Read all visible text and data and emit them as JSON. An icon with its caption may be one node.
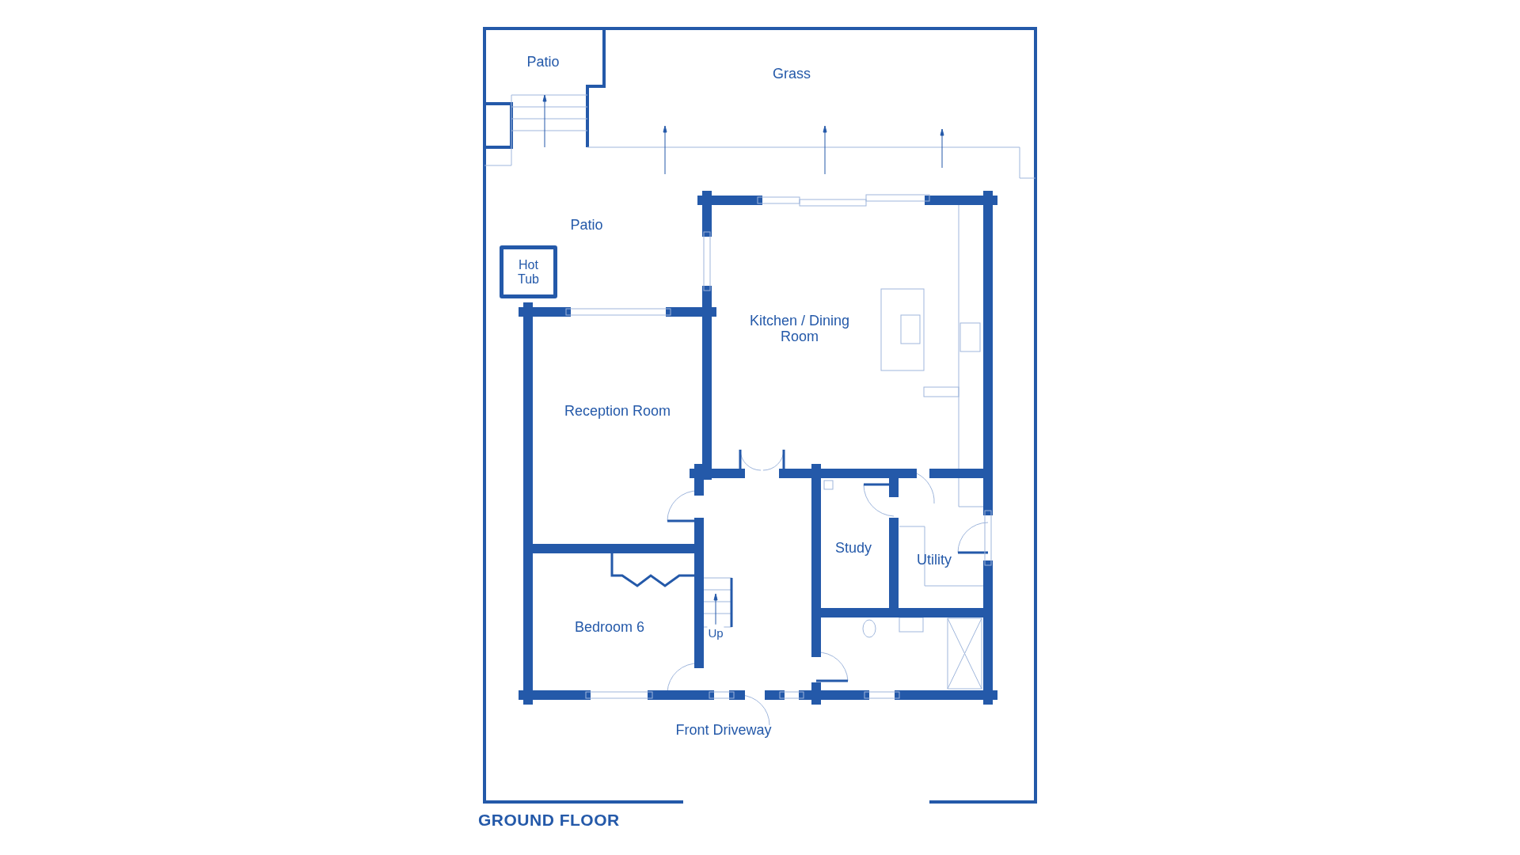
{
  "diagram": {
    "title": "GROUND FLOOR",
    "nodes": [
      {
        "text": [
          "Patio"
        ]
      },
      {
        "text": [
          "Grass"
        ]
      },
      {
        "text": [
          "Patio"
        ]
      },
      {
        "text": [
          "Hot Tub"
        ]
      },
      {
        "text": [
          "Kitchen / Dining Room"
        ]
      },
      {
        "text": [
          "Reception Room"
        ]
      },
      {
        "text": [
          "Study"
        ]
      },
      {
        "text": [
          "Utility"
        ]
      },
      {
        "text": [
          "Bedroom 6"
        ]
      },
      {
        "text": [
          "Front Driveway"
        ]
      }
    ],
    "labels": [
      "Up"
    ]
  }
}
